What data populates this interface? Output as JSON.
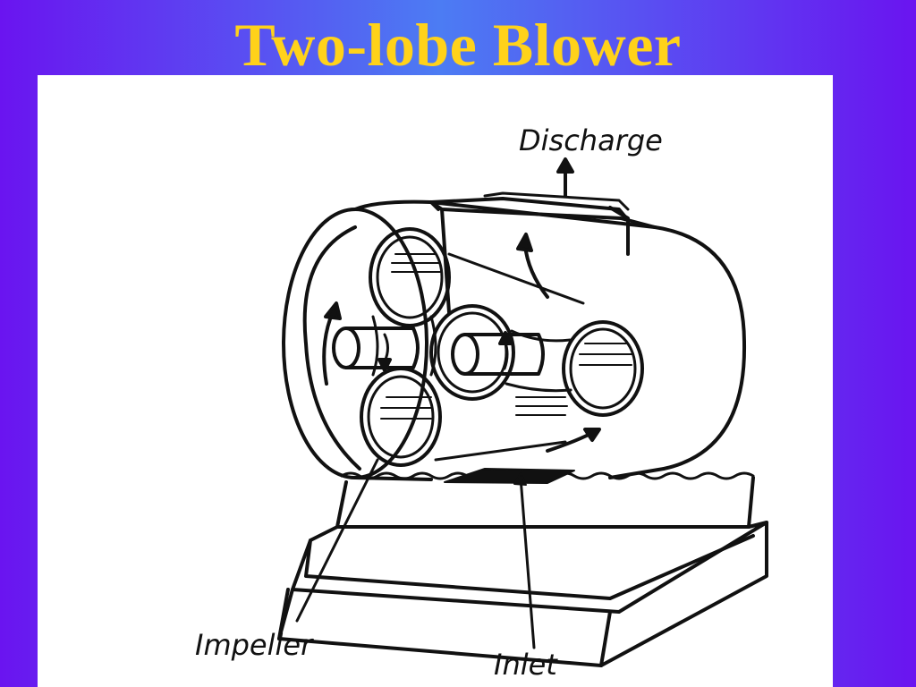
{
  "slide": {
    "title": "Two-lobe Blower"
  },
  "diagram": {
    "labels": {
      "discharge": "Discharge",
      "impeller": "Impeller",
      "inlet": "Inlet"
    }
  }
}
